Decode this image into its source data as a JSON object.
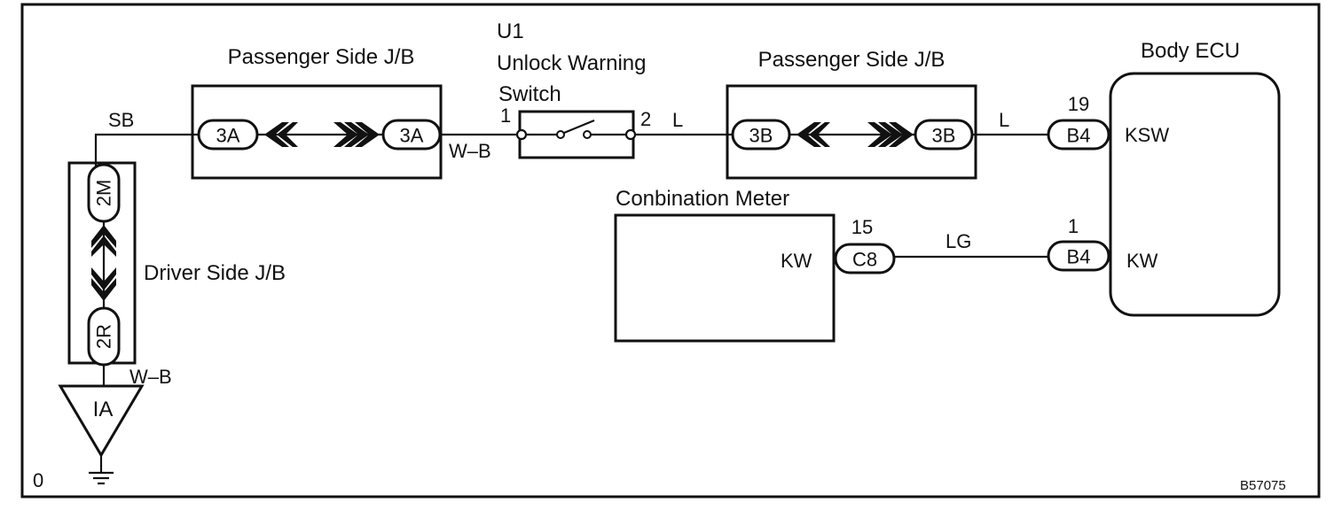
{
  "passenger_jb_left": {
    "title": "Passenger Side J/B",
    "left_connector": "3A",
    "right_connector": "3A"
  },
  "passenger_jb_right": {
    "title": "Passenger Side J/B",
    "left_connector": "3B",
    "right_connector": "3B"
  },
  "switch": {
    "id": "U1",
    "name_line1": "Unlock Warning",
    "name_line2": "Switch",
    "pin_left": "1",
    "pin_right": "2"
  },
  "body_ecu": {
    "title": "Body ECU",
    "term_top": "KSW",
    "term_bottom": "KW",
    "conn_top": "B4",
    "conn_top_pin": "19",
    "conn_bottom": "B4",
    "conn_bottom_pin": "1"
  },
  "meter": {
    "title": "Conbination Meter",
    "terminal": "KW",
    "connector": "C8",
    "pin": "15"
  },
  "driver_jb": {
    "title": "Driver Side J/B",
    "top_connector": "2M",
    "bottom_connector": "2R"
  },
  "ground": {
    "label": "IA"
  },
  "wires": {
    "sb": "SB",
    "wb_top": "W–B",
    "l_left": "L",
    "l_right": "L",
    "lg": "LG",
    "wb_bottom": "W–B"
  },
  "corner_left": "0",
  "figure_code": "B57075"
}
